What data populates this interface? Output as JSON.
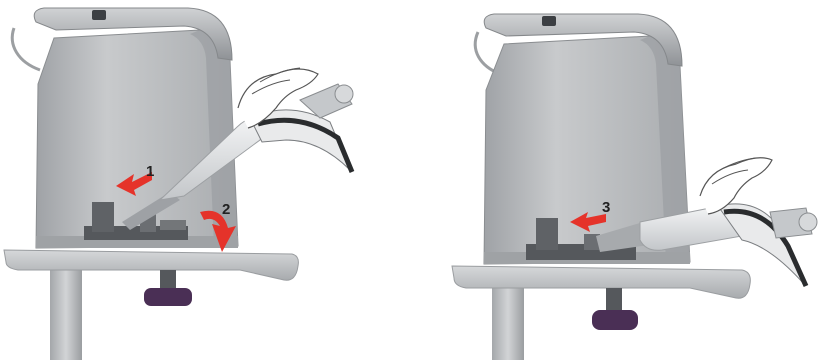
{
  "panels": [
    {
      "name": "left-panel",
      "steps": [
        {
          "label": "1",
          "kind": "arrow"
        },
        {
          "label": "2",
          "kind": "rotation"
        }
      ]
    },
    {
      "name": "right-panel",
      "steps": [
        {
          "label": "3",
          "kind": "arrow"
        }
      ]
    }
  ],
  "colors": {
    "housing": "#b9bcbf",
    "housing_dark": "#8e9195",
    "handle": "#a3a6aa",
    "dock": "#5f6266",
    "table": "#c4c6c8",
    "knob": "#4a2f55",
    "arrow": "#e5332a",
    "handpiece": "#dfe1e3",
    "hand_outline": "#555555"
  }
}
